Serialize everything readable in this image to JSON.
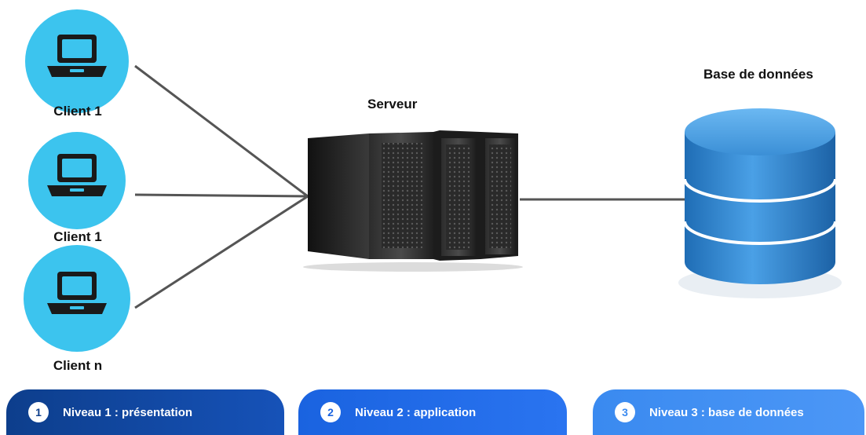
{
  "clients": [
    {
      "label": "Client 1"
    },
    {
      "label": "Client 1"
    },
    {
      "label": "Client n"
    }
  ],
  "server": {
    "label": "Serveur"
  },
  "database": {
    "label": "Base de données"
  },
  "tiers": [
    {
      "number": "1",
      "label": "Niveau 1 :  présentation"
    },
    {
      "number": "2",
      "label": "Niveau 2 : application"
    },
    {
      "number": "3",
      "label": "Niveau 3 : base de données"
    }
  ],
  "colors": {
    "client_circle": "#3cc4ee",
    "laptop": "#1a1a1a",
    "connector": "#555555",
    "database": "#3b8fd6",
    "tier1": "#0d3e8c",
    "tier2": "#1a63e0",
    "tier3": "#3a8af0"
  }
}
